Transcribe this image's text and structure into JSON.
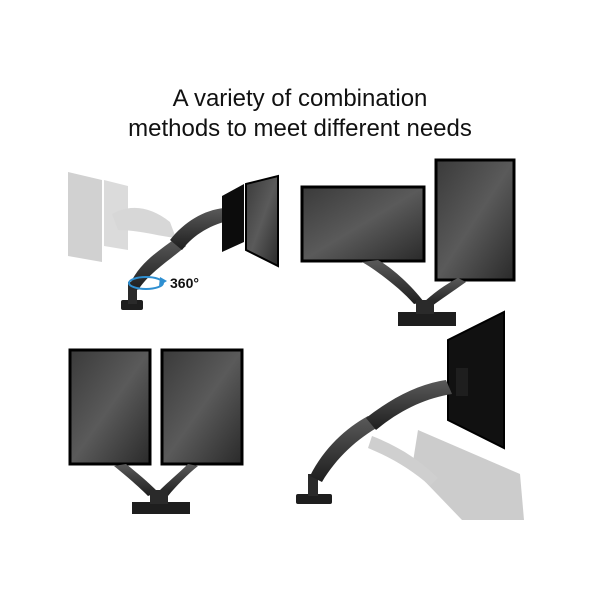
{
  "headline": {
    "line1": "A variety of combination",
    "line2": "methods to meet different needs"
  },
  "scenes": {
    "rotation": {
      "label": "360°",
      "icon": "rotate-arrow-icon"
    }
  },
  "colors": {
    "screen_dark": "#1b1b1b",
    "screen_bezel": "#0a0a0a",
    "arm_dark": "#2a2a2a",
    "ghost": "#bdbdbd",
    "accent": "#2e8fd1"
  }
}
